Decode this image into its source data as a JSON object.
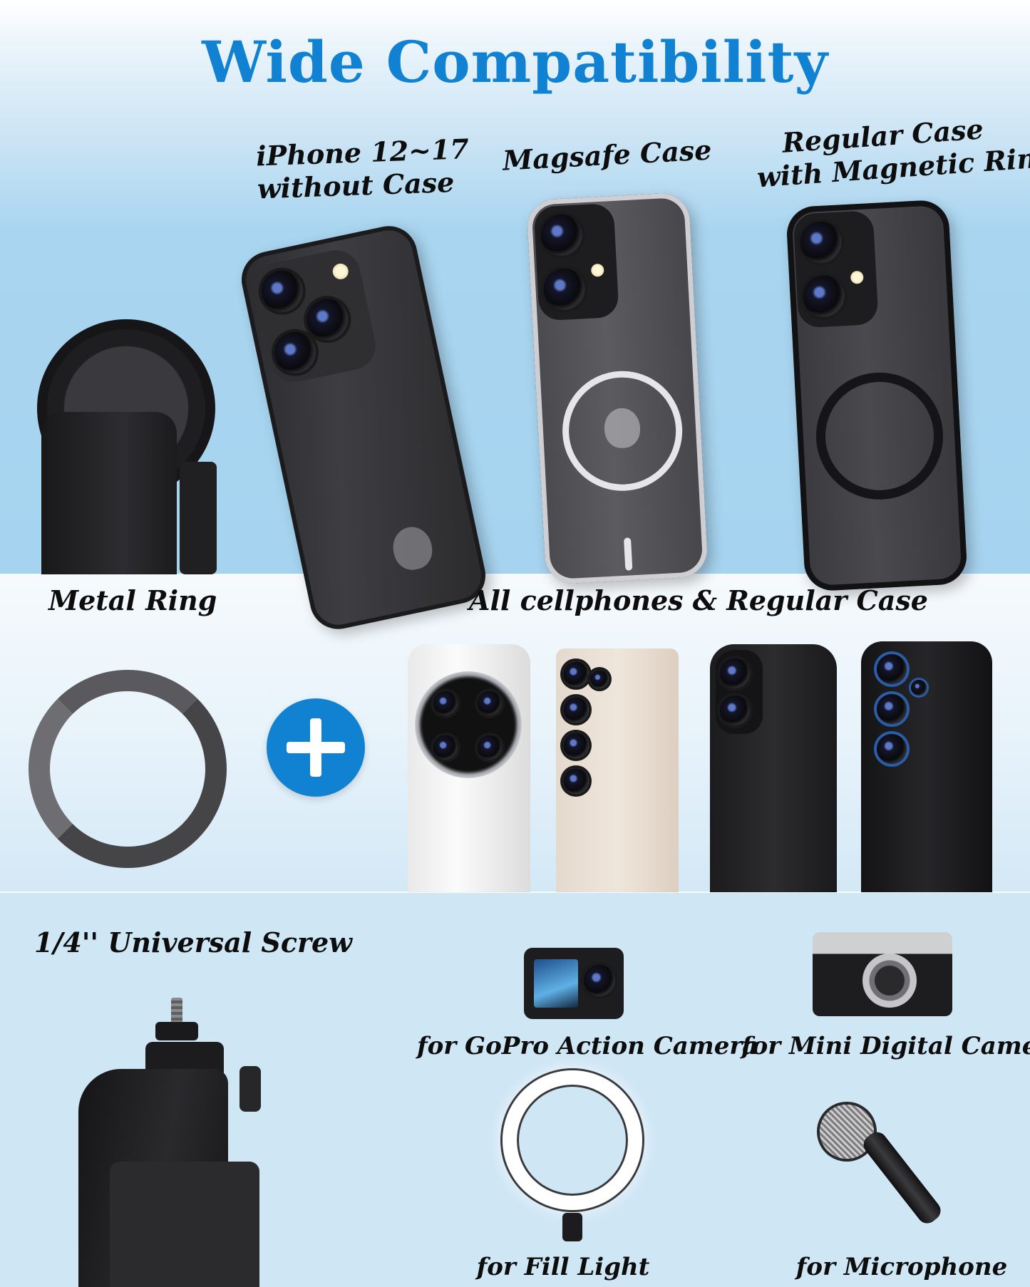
{
  "title": "Wide Compatibility",
  "section1": {
    "labels": [
      {
        "line1": "iPhone 12~17",
        "line2": "without Case"
      },
      {
        "line1": "Magsafe Case",
        "line2": ""
      },
      {
        "line1": "Regular Case",
        "line2": "with Magnetic Ring"
      }
    ]
  },
  "section2": {
    "left_label": "Metal Ring",
    "right_label": "All cellphones & Regular Case"
  },
  "section3": {
    "screw_label": "1/4'' Universal Screw",
    "items": [
      {
        "label": "for GoPro Action Camera"
      },
      {
        "label": "for Mini Digital Camera"
      },
      {
        "label": "for Fill Light"
      },
      {
        "label": "for Microphone"
      }
    ]
  },
  "colors": {
    "accent": "#1182d2"
  }
}
